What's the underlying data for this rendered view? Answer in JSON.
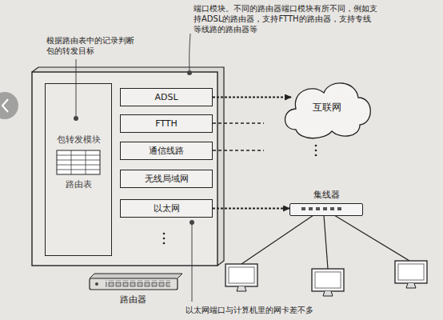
{
  "diagram": {
    "nodes": [
      {
        "text": [
          "包转发模块",
          "路由表"
        ]
      },
      {
        "text": [
          "ADSL"
        ]
      },
      {
        "text": [
          "FTTH"
        ]
      },
      {
        "text": [
          "通信线路"
        ]
      },
      {
        "text": [
          "无线局域网"
        ]
      },
      {
        "text": [
          "以太网"
        ]
      },
      {
        "text": [
          "互联网"
        ]
      },
      {
        "text": [
          "集线器"
        ]
      }
    ],
    "edges": [
      {
        "from": 1,
        "to": 6,
        "arrow": "to"
      },
      {
        "from": 5,
        "to": 7,
        "arrow": "to"
      }
    ],
    "labels": [
      "根据路由表中的记录判断包的转发目标",
      "端口模块。不同的路由器端口模块有所不同，例如支持ADSL的路由器，支持FTTH的路由器，支持专线等线路的路由器等",
      "路由器",
      "以太网端口与计算机里的网卡差不多"
    ]
  }
}
